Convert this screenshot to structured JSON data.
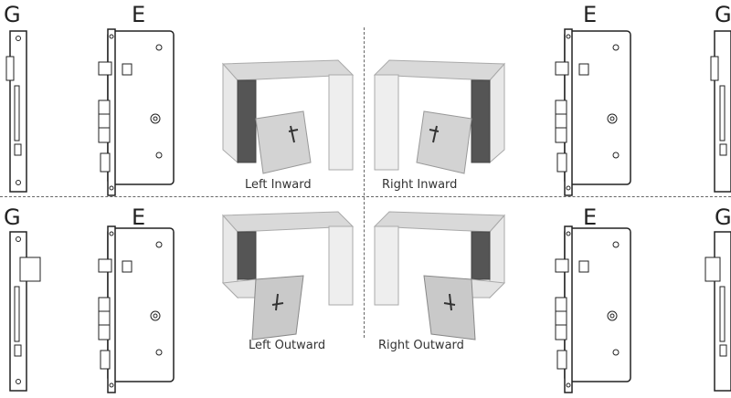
{
  "labels": {
    "g": "G",
    "e": "E"
  },
  "captions": {
    "left_inward": "Left Inward",
    "right_inward": "Right Inward",
    "left_outward": "Left Outward",
    "right_outward": "Right Outward"
  }
}
